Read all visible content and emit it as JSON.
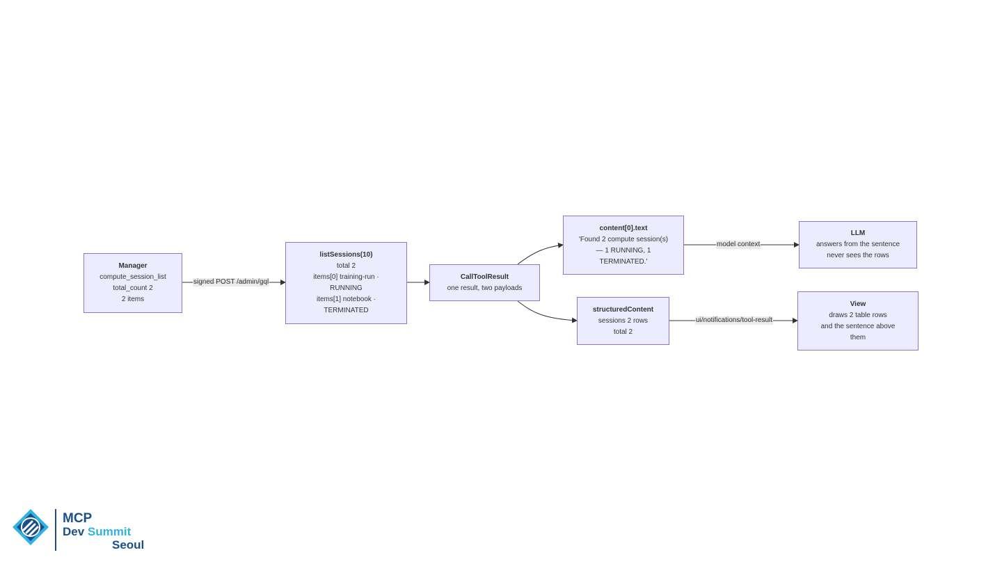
{
  "nodes": {
    "manager": {
      "title": "Manager",
      "lines": [
        "compute_session_list",
        "total_count 2",
        "2 items"
      ]
    },
    "list": {
      "title": "listSessions(10)",
      "lines": [
        "total 2",
        "items[0] training-run ·",
        "RUNNING",
        "items[1] notebook ·",
        "TERMINATED"
      ]
    },
    "call": {
      "title": "CallToolResult",
      "lines": [
        "one result, two payloads"
      ]
    },
    "content": {
      "title": "content[0].text",
      "lines": [
        "'Found 2 compute session(s)",
        "— 1 RUNNING, 1",
        "TERMINATED.'"
      ]
    },
    "structured": {
      "title": "structuredContent",
      "lines": [
        "sessions 2 rows",
        "total 2"
      ]
    },
    "llm": {
      "title": "LLM",
      "lines": [
        "answers from the sentence",
        "never sees the rows"
      ]
    },
    "view": {
      "title": "View",
      "lines": [
        "draws 2 table rows",
        "and the sentence above",
        "them"
      ]
    }
  },
  "edges": {
    "post": "signed POST /admin/gql",
    "model": "model context",
    "notify": "ui/notifications/tool-result"
  },
  "logo": {
    "line1": "MCP",
    "line2a": "Dev",
    "line2b": "Summit",
    "line3": "Seoul"
  },
  "colors": {
    "node_fill": "#ececff",
    "node_border": "#9370db",
    "edge": "#333333",
    "logo_blue": "#1b4f8a",
    "logo_cyan": "#2fb3e0"
  }
}
